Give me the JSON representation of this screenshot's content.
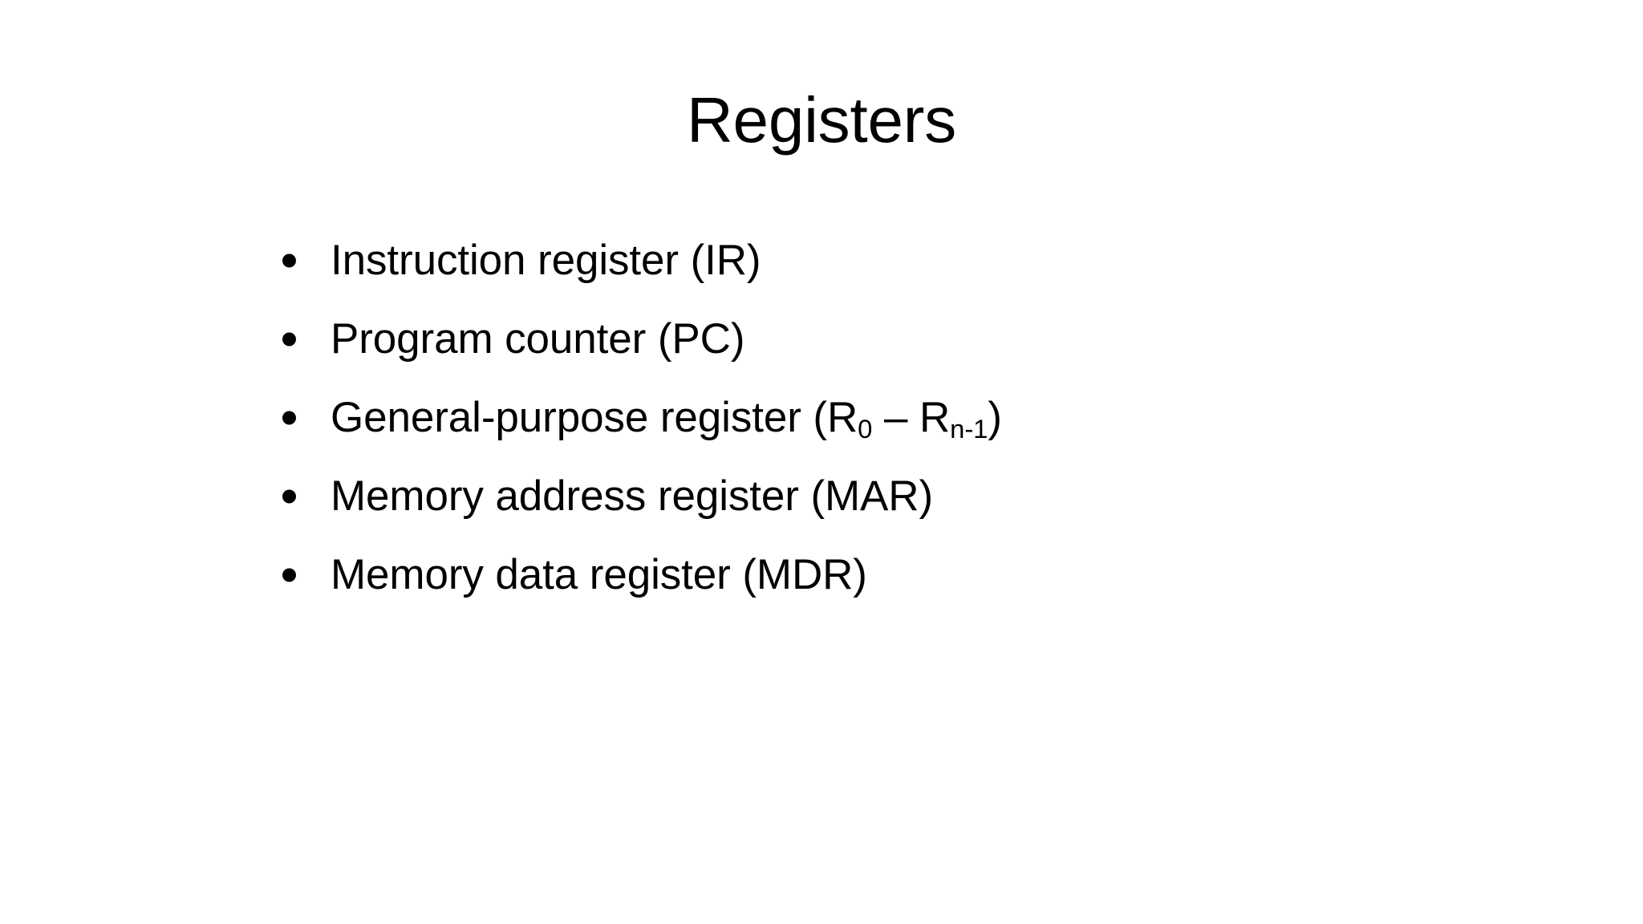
{
  "slide": {
    "title": "Registers",
    "background_color": "#FFFFFF",
    "text_color": "#000000",
    "bullet_marker": "•",
    "bullets": [
      {
        "text": "Instruction register (IR)",
        "prefix": "Instruction register (IR)",
        "sub1": "",
        "middle": "",
        "sub2": "",
        "suffix": ""
      },
      {
        "text": "Program counter (PC)",
        "prefix": "Program counter (PC)",
        "sub1": "",
        "middle": "",
        "sub2": "",
        "suffix": ""
      },
      {
        "text": "General-purpose register (R0 – Rn-1)",
        "prefix": "General-purpose register (R",
        "sub1": "0",
        "middle": " – R",
        "sub2": "n-1",
        "suffix": ")"
      },
      {
        "text": "Memory address register (MAR)",
        "prefix": "Memory address register (MAR)",
        "sub1": "",
        "middle": "",
        "sub2": "",
        "suffix": ""
      },
      {
        "text": "Memory data register (MDR)",
        "prefix": "Memory data register (MDR)",
        "sub1": "",
        "middle": "",
        "sub2": "",
        "suffix": ""
      }
    ]
  }
}
